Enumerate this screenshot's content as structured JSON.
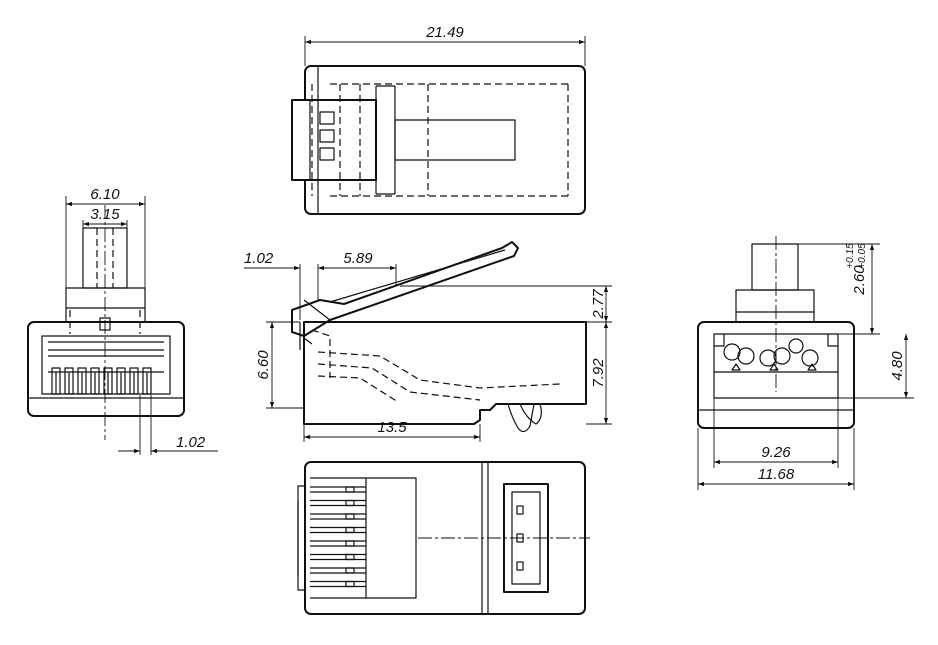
{
  "colors": {
    "line": "#111111",
    "background": "#ffffff"
  },
  "dimensions": {
    "top_length": "21.49",
    "front_width": "6.10",
    "tab_width": "3.15",
    "contact_pitch": "1.02",
    "side_tip": "1.02",
    "side_latch": "5.89",
    "latch_height": "2.77",
    "side_height_left": "6.60",
    "side_height_right": "7.92",
    "side_bottom": "13.5",
    "rear_tab": "2.60",
    "rear_tol_plus": "+0.15",
    "rear_tol_minus": "+0.05",
    "rear_height": "4.80",
    "rear_inner_width": "9.26",
    "rear_outer_width": "11.68"
  }
}
